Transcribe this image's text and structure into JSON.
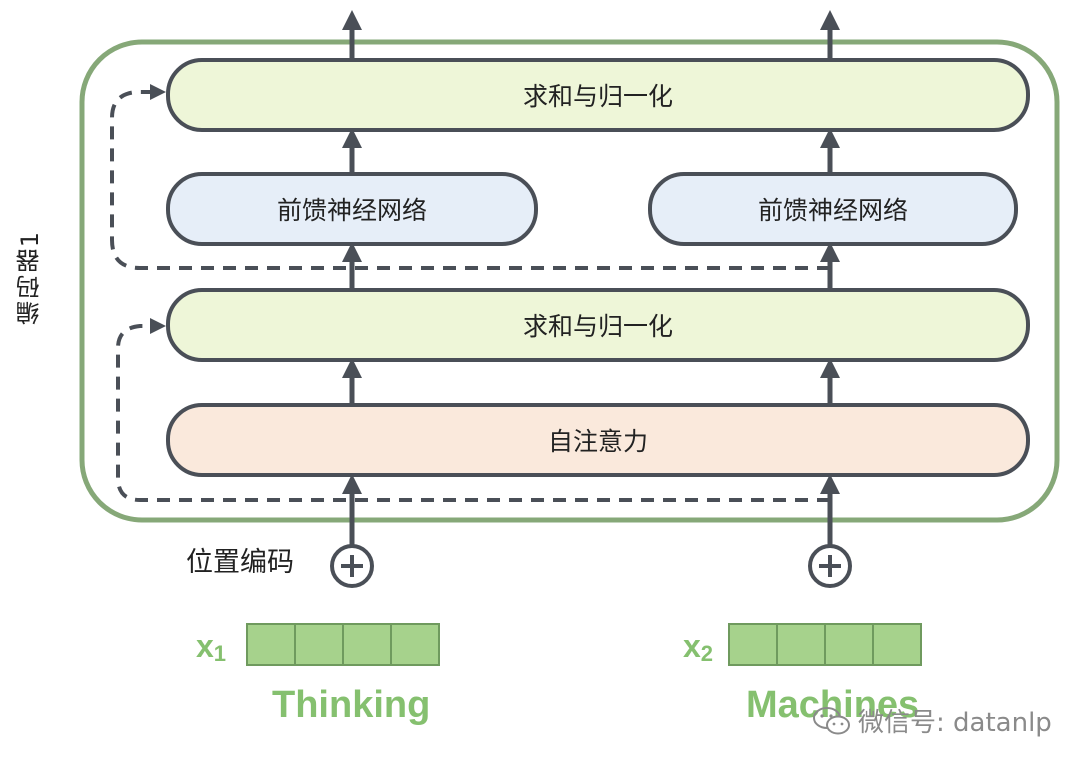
{
  "encoder_label": "编码器1",
  "positional_encoding_label": "位置编码",
  "layers": {
    "top_norm": "求和与归一化",
    "ffn_left": "前馈神经网络",
    "ffn_right": "前馈神经网络",
    "mid_norm": "求和与归一化",
    "self_attention": "自注意力"
  },
  "inputs": [
    {
      "var": "x",
      "sub": "1",
      "word": "Thinking",
      "cells": 4
    },
    {
      "var": "x",
      "sub": "2",
      "word": "Machines",
      "cells": 4
    }
  ],
  "watermark": "微信号: datanlp",
  "colors": {
    "encoder_border": "#86a878",
    "box_border": "#4a4f57",
    "norm_fill": "#eef6d8",
    "ffn_fill": "#e6eef8",
    "attention_fill": "#fae9dc",
    "vector_fill": "#a6d28c",
    "word_color": "#85c06f",
    "arrow_color": "#4a4f57"
  }
}
